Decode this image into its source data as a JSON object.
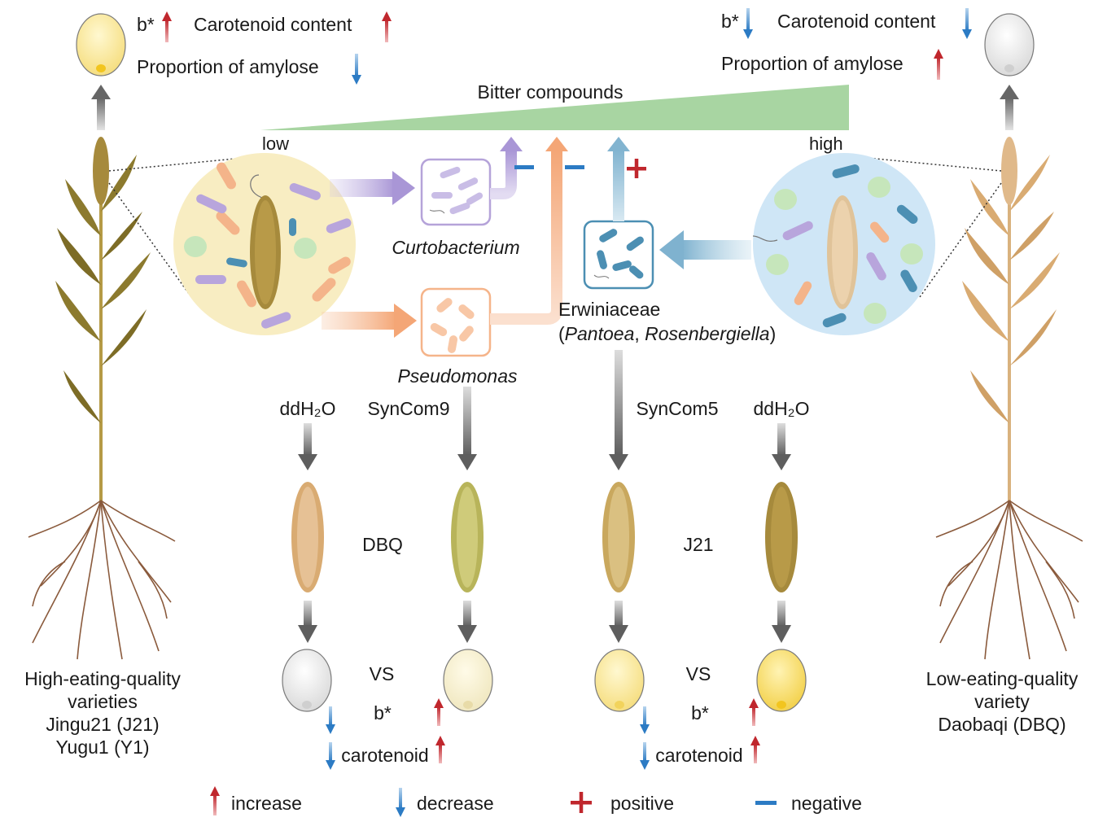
{
  "top_left": {
    "b_star": "b*",
    "carotenoid": "Carotenoid content",
    "amylose": "Proportion of amylose"
  },
  "top_right": {
    "b_star": "b*",
    "carotenoid": "Carotenoid content",
    "amylose": "Proportion of amylose"
  },
  "gradient": {
    "title": "Bitter compounds",
    "low": "low",
    "high": "high",
    "color": "#a8d5a2"
  },
  "bacteria": {
    "curtobacterium": "Curtobacterium",
    "pseudomonas": "Pseudomonas",
    "erwiniaceae": "Erwiniaceae",
    "erwiniaceae_paren_open": "(",
    "pantoea": "Pantoea",
    "comma": ", ",
    "rosenbergiella": "Rosenbergiella",
    "erwiniaceae_paren_close": ")"
  },
  "treatments": {
    "ddh2o_left": "ddH₂O",
    "syncom9": "SynCom9",
    "syncom5": "SynCom5",
    "ddh2o_right": "ddH₂O",
    "dbq": "DBQ",
    "j21": "J21",
    "vs_left": "VS",
    "vs_right": "VS",
    "bstar_left": "b*",
    "bstar_right": "b*",
    "carotenoid_left": "carotenoid",
    "carotenoid_right": "carotenoid"
  },
  "left_label": {
    "line1": "High-eating-quality",
    "line2": "varieties",
    "line3": "Jingu21 (J21)",
    "line4": "Yugu1 (Y1)"
  },
  "right_label": {
    "line1": "Low-eating-quality",
    "line2": "variety",
    "line3": "Daobaqi (DBQ)"
  },
  "legend": {
    "increase": "increase",
    "decrease": "decrease",
    "positive": "positive",
    "negative": "negative",
    "positive_sign": "+",
    "negative_sign": "−"
  },
  "colors": {
    "increase": "#c0272d",
    "decrease": "#2c7bc4",
    "curtobacterium": "#b5a3d9",
    "pseudomonas": "#f5b48a",
    "erwiniaceae": "#8fbcd4",
    "grey_arrow": "#666666"
  }
}
